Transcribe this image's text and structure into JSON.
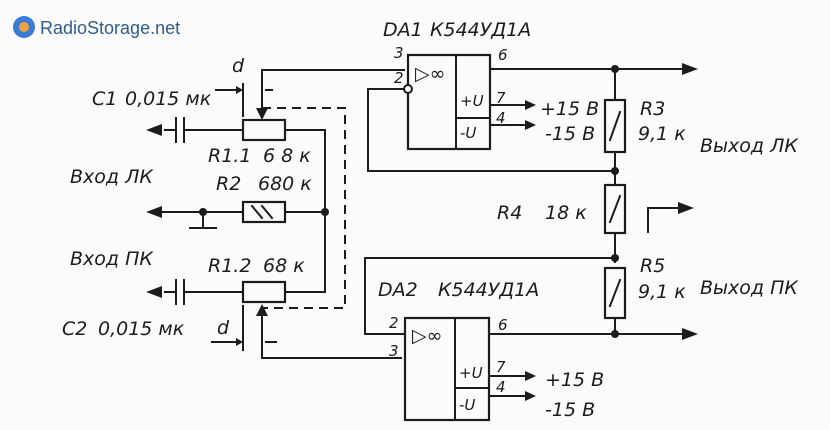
{
  "logo": {
    "text": "RadioStorage.net"
  },
  "da1": {
    "name": "DA1",
    "type": "К544УД1А",
    "pin_noninv": "3",
    "pin_inv": "2",
    "pin_out": "6",
    "pin_vp": "7",
    "pin_vm": "4",
    "vp": "+U",
    "vm": "-U",
    "sym": "▷∞"
  },
  "da2": {
    "name": "DA2",
    "type": "К544УД1А",
    "pin_inv": "2",
    "pin_noninv": "3",
    "pin_out": "6",
    "pin_vp": "7",
    "pin_vm": "4",
    "vp": "+U",
    "vm": "-U",
    "sym": "▷∞"
  },
  "supply1": {
    "plus": "+15 В",
    "minus": "-15 В"
  },
  "supply2": {
    "plus": "+15 В",
    "minus": "-15 В"
  },
  "c1": {
    "label": "C1",
    "value": "0,015 мк"
  },
  "c2": {
    "label": "C2",
    "value": "0,015 мк"
  },
  "r11": {
    "label": "R1.1",
    "value": "6 8 к"
  },
  "r12": {
    "label": "R1.2",
    "value": "68 к"
  },
  "r2": {
    "label": "R2",
    "value": "680 к"
  },
  "r3": {
    "label": "R3",
    "value": "9,1 к"
  },
  "r4": {
    "label": "R4",
    "value": "18 к"
  },
  "r5": {
    "label": "R5",
    "value": "9,1 к"
  },
  "inputs": {
    "left": "Вход ЛК",
    "right": "Вход ПК"
  },
  "outputs": {
    "left": "Выход ЛК",
    "right": "Выход ПК"
  },
  "marker_d": "d"
}
